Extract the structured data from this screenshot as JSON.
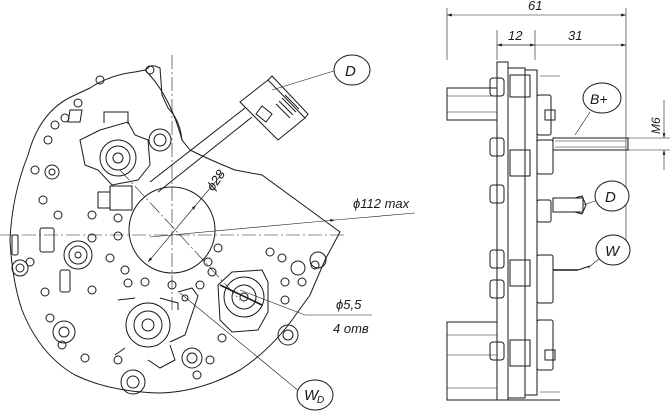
{
  "front_view": {
    "callouts": {
      "connector_d": "D",
      "output_wd": "W",
      "output_wd_sub": "D"
    },
    "dims": {
      "inner_diameter": "ϕ28",
      "outer_diameter": "ϕ112 max",
      "hole_diameter": "ϕ5,5",
      "hole_count": "4 отв"
    }
  },
  "side_view": {
    "callouts": {
      "terminal_b": "B+",
      "connector_d": "D",
      "wire_w": "W"
    },
    "dims": {
      "overall_depth": "61",
      "front_offset": "12",
      "rear_length": "31",
      "thread": "M6"
    }
  }
}
